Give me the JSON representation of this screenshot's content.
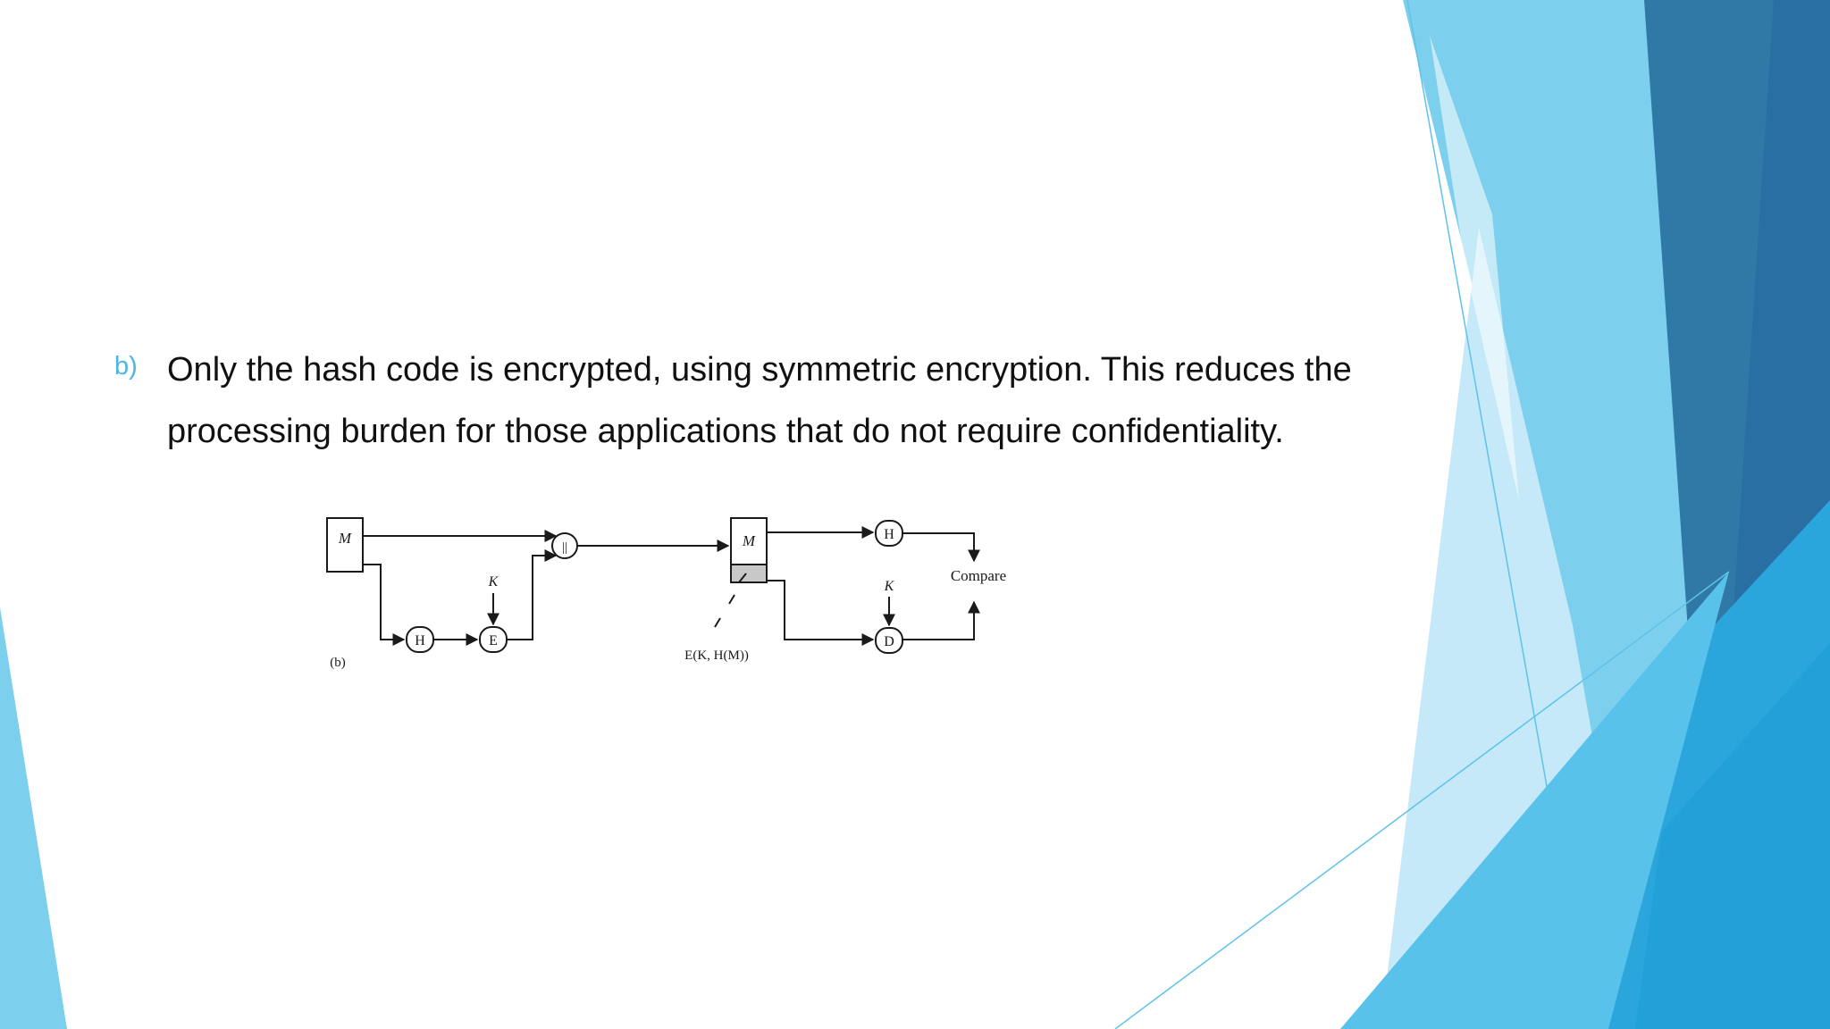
{
  "slide": {
    "bullet": {
      "marker": "b)",
      "text": "Only the hash code is encrypted, using symmetric encryption. This reduces the processing burden for those applications that do not require confidentiality."
    }
  },
  "diagram": {
    "panel_label": "(b)",
    "sender": {
      "message_label": "M",
      "hash_label": "H",
      "encrypt_label": "E",
      "key_label": "K",
      "concat_label": "||"
    },
    "receiver": {
      "message_label": "M",
      "hash_label": "H",
      "decrypt_label": "D",
      "key_label": "K",
      "compare_label": "Compare",
      "appended_label": "E(K, H(M))"
    }
  },
  "theme": {
    "accent": "#4ab6e3",
    "light_blue": "#7dcfee",
    "pale_blue": "#c5e9f8",
    "mid_blue": "#2aa6dc",
    "dark_blue": "#2a6fa3",
    "steel_blue": "#3079a6"
  }
}
